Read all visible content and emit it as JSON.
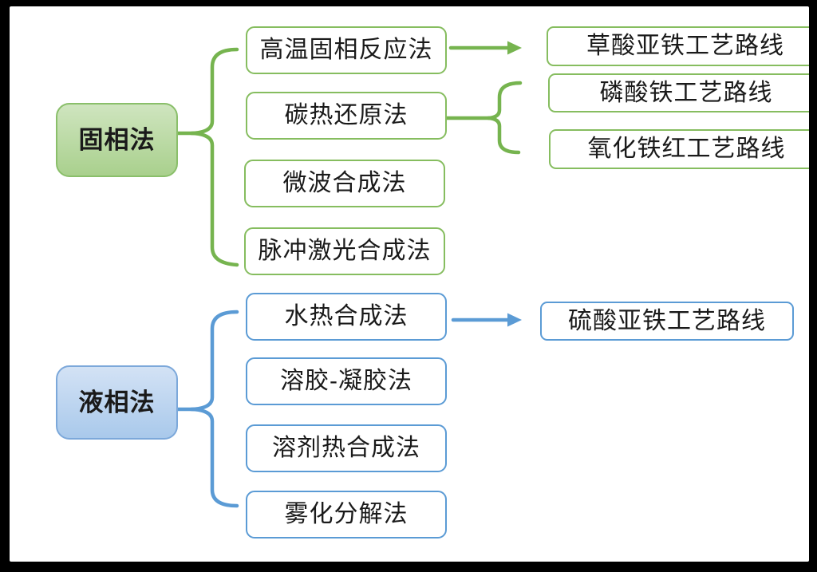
{
  "colors": {
    "green-connector": "#76b44f",
    "green-box-border": "#86bd5f",
    "green-parent-border": "#8abf6a",
    "green-parent-top": "#cfe5bf",
    "green-parent-bottom": "#a9d08d",
    "blue-connector": "#5b9bd5",
    "blue-box-border": "#5b9bd5",
    "blue-parent-border": "#7ca8da",
    "blue-parent-top": "#d3e2f5",
    "blue-parent-bottom": "#a9c9eb",
    "text": "#1a1a1a",
    "background": "#ffffff",
    "frame": "#000000"
  },
  "diagram": {
    "solid_group": {
      "parent_label": "固相法",
      "methods": [
        "高温固相反应法",
        "碳热还原法",
        "微波合成法",
        "脉冲激光合成法"
      ],
      "routes": [
        "草酸亚铁工艺路线",
        "磷酸铁工艺路线",
        "氧化铁红工艺路线"
      ]
    },
    "liquid_group": {
      "parent_label": "液相法",
      "methods": [
        "水热合成法",
        "溶胶-凝胶法",
        "溶剂热合成法",
        "雾化分解法"
      ],
      "routes": [
        "硫酸亚铁工艺路线"
      ]
    }
  }
}
